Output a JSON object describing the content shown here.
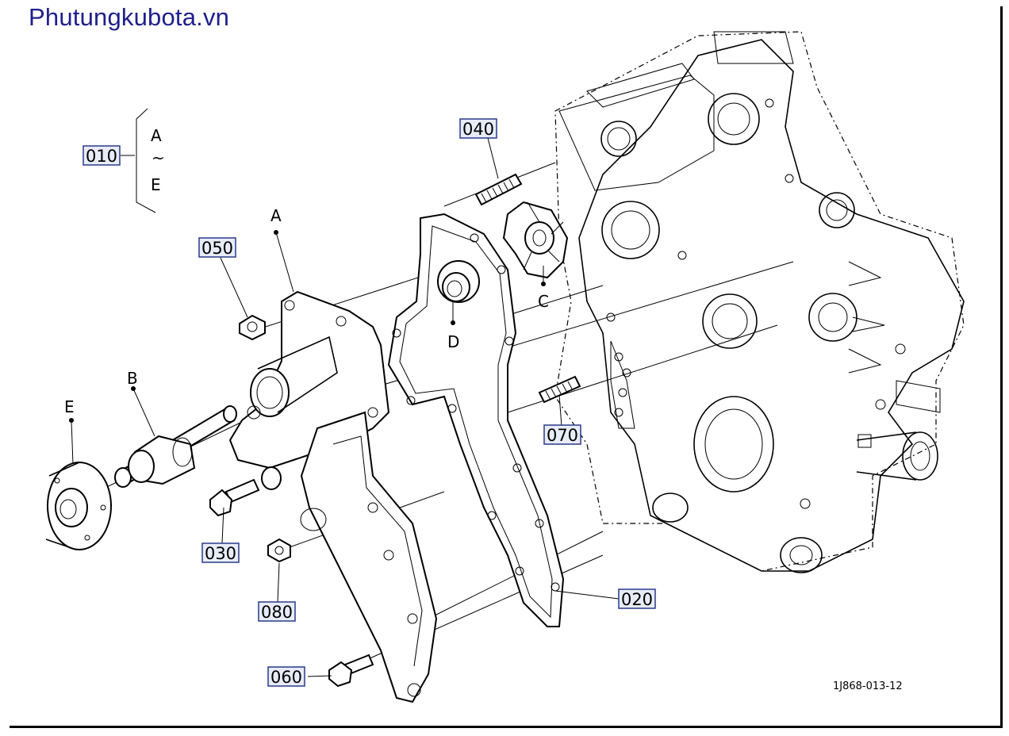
{
  "watermark": "Phutungkubota.vn",
  "figure_code": "1J868-013-12",
  "callouts": {
    "p010": "010",
    "p020": "020",
    "p030": "030",
    "p040": "040",
    "p050": "050",
    "p060": "060",
    "p070": "070",
    "p080": "080"
  },
  "letters": {
    "A": "A",
    "B": "B",
    "C": "C",
    "D": "D",
    "E": "E",
    "range_start": "A",
    "range_tilde": "~",
    "range_end": "E"
  },
  "colors": {
    "callout_fill": "#e8ecf8",
    "callout_border": "#2a3a8a",
    "watermark": "#1f1f8c"
  }
}
